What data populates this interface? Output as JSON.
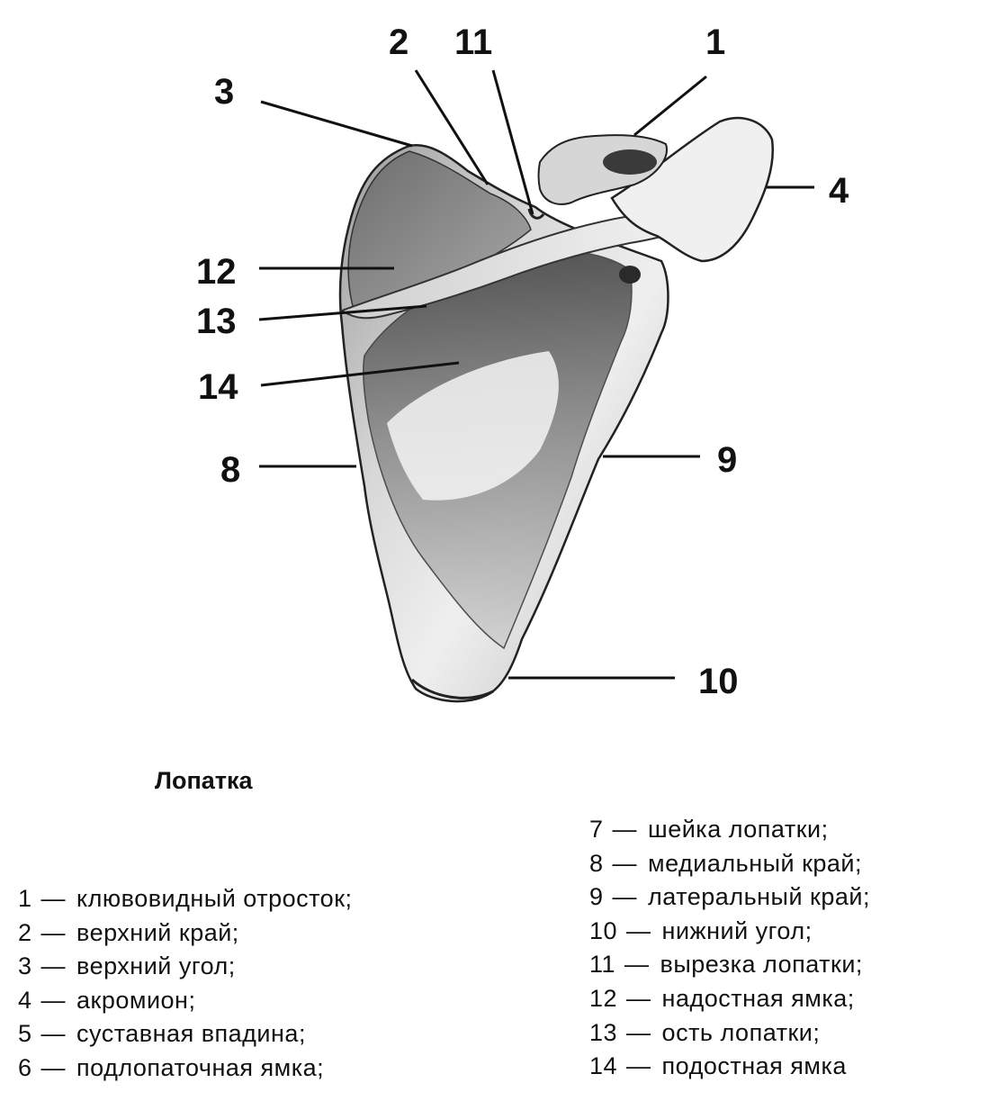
{
  "caption": "Лопатка",
  "callouts": [
    {
      "id": "c1",
      "label": "1"
    },
    {
      "id": "c2",
      "label": "2"
    },
    {
      "id": "c3",
      "label": "3"
    },
    {
      "id": "c4",
      "label": "4"
    },
    {
      "id": "c8",
      "label": "8"
    },
    {
      "id": "c9",
      "label": "9"
    },
    {
      "id": "c10",
      "label": "10"
    },
    {
      "id": "c11",
      "label": "11"
    },
    {
      "id": "c12",
      "label": "12"
    },
    {
      "id": "c13",
      "label": "13"
    },
    {
      "id": "c14",
      "label": "14"
    }
  ],
  "legend": {
    "separator": "—",
    "left": [
      {
        "num": "1",
        "text": "клювовидный отросток;"
      },
      {
        "num": "2",
        "text": "верхний край;"
      },
      {
        "num": "3",
        "text": "верхний угол;"
      },
      {
        "num": "4",
        "text": "акромион;"
      },
      {
        "num": "5",
        "text": "суставная впадина;"
      },
      {
        "num": "6",
        "text": "подлопаточная ямка;"
      }
    ],
    "right": [
      {
        "num": "7",
        "text": "шейка лопатки;"
      },
      {
        "num": "8",
        "text": "медиальный край;"
      },
      {
        "num": "9",
        "text": "латеральный край;"
      },
      {
        "num": "10",
        "text": "нижний угол;"
      },
      {
        "num": "11",
        "text": "вырезка лопатки;"
      },
      {
        "num": "12",
        "text": "надостная ямка;"
      },
      {
        "num": "13",
        "text": "ость лопатки;"
      },
      {
        "num": "14",
        "text": "подостная ямка"
      }
    ]
  }
}
